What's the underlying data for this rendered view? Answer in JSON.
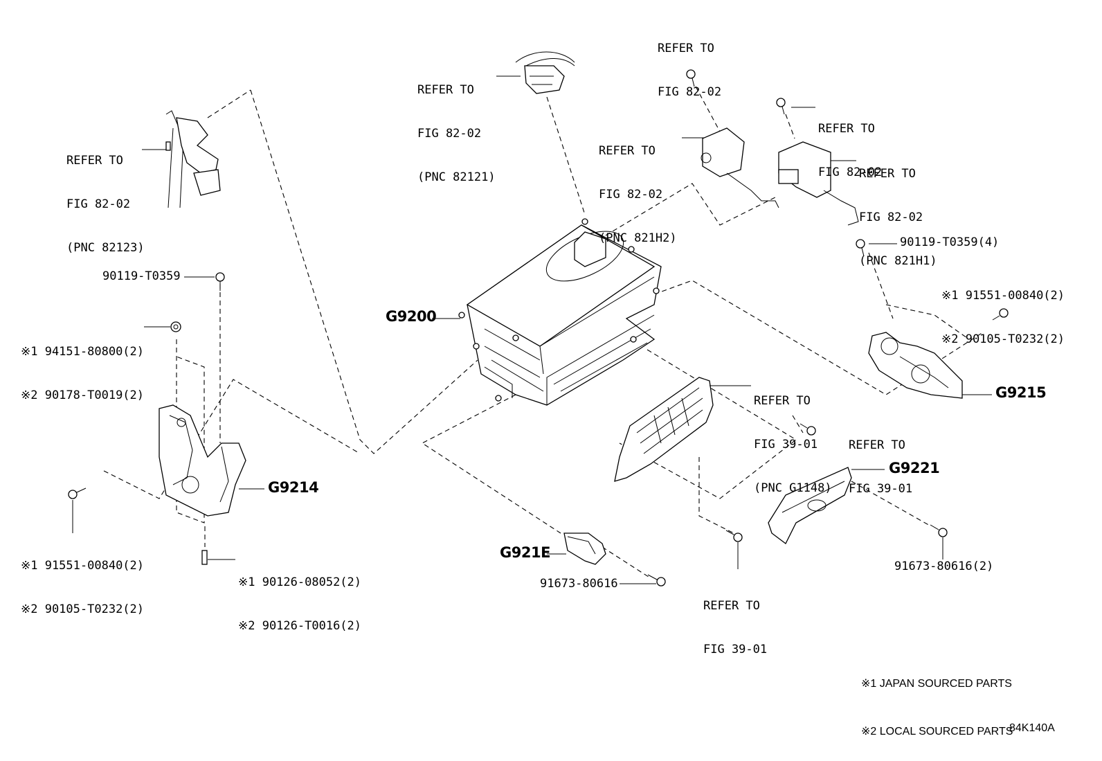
{
  "parts": {
    "g9200": "G9200",
    "g9214": "G9214",
    "g9215": "G9215",
    "g9221": "G9221",
    "g921e": "G921E"
  },
  "refs": {
    "top_left": [
      "REFER TO",
      "FIG 82-02",
      "(PNC 82123)"
    ],
    "top_center": [
      "REFER TO",
      "FIG 82-02",
      "(PNC 82121)"
    ],
    "top_right_bolt": [
      "REFER TO",
      "FIG 82-02"
    ],
    "mid_right_sensor": [
      "REFER TO",
      "FIG 82-02",
      "(PNC 821H2)"
    ],
    "right_bolt": [
      "REFER TO",
      "FIG 82-02"
    ],
    "right_sensor": [
      "REFER TO",
      "FIG 82-02",
      "(PNC 821H1)"
    ],
    "cover": [
      "REFER TO",
      "FIG 39-01",
      "(PNC G1148)"
    ],
    "cover_bolt_right": [
      "REFER TO",
      "FIG 39-01"
    ],
    "cover_bolt_bottom": [
      "REFER TO",
      "FIG 39-01"
    ]
  },
  "part_numbers": {
    "bolt_left_top": "90119-T0359",
    "nut_left": [
      "※1 94151-80800(2)",
      "※2 90178-T0019(2)"
    ],
    "bolt_left_bottom": [
      "※1 91551-00840(2)",
      "※2 90105-T0232(2)"
    ],
    "stud_left": [
      "※1 90126-08052(2)",
      "※2 90126-T0016(2)"
    ],
    "bolt_right_top": "90119-T0359(4)",
    "bolt_right_mid": [
      "※1 91551-00840(2)",
      "※2 90105-T0232(2)"
    ],
    "bolt_g921e": "91673-80616",
    "bolt_g9221": "91673-80616(2)"
  },
  "notes": [
    "※1 JAPAN SOURCED PARTS",
    "※2 LOCAL SOURCED PARTS"
  ],
  "diagram_id": "84K140A",
  "icons": [
    "bolt-icon",
    "nut-icon",
    "stud-icon"
  ]
}
